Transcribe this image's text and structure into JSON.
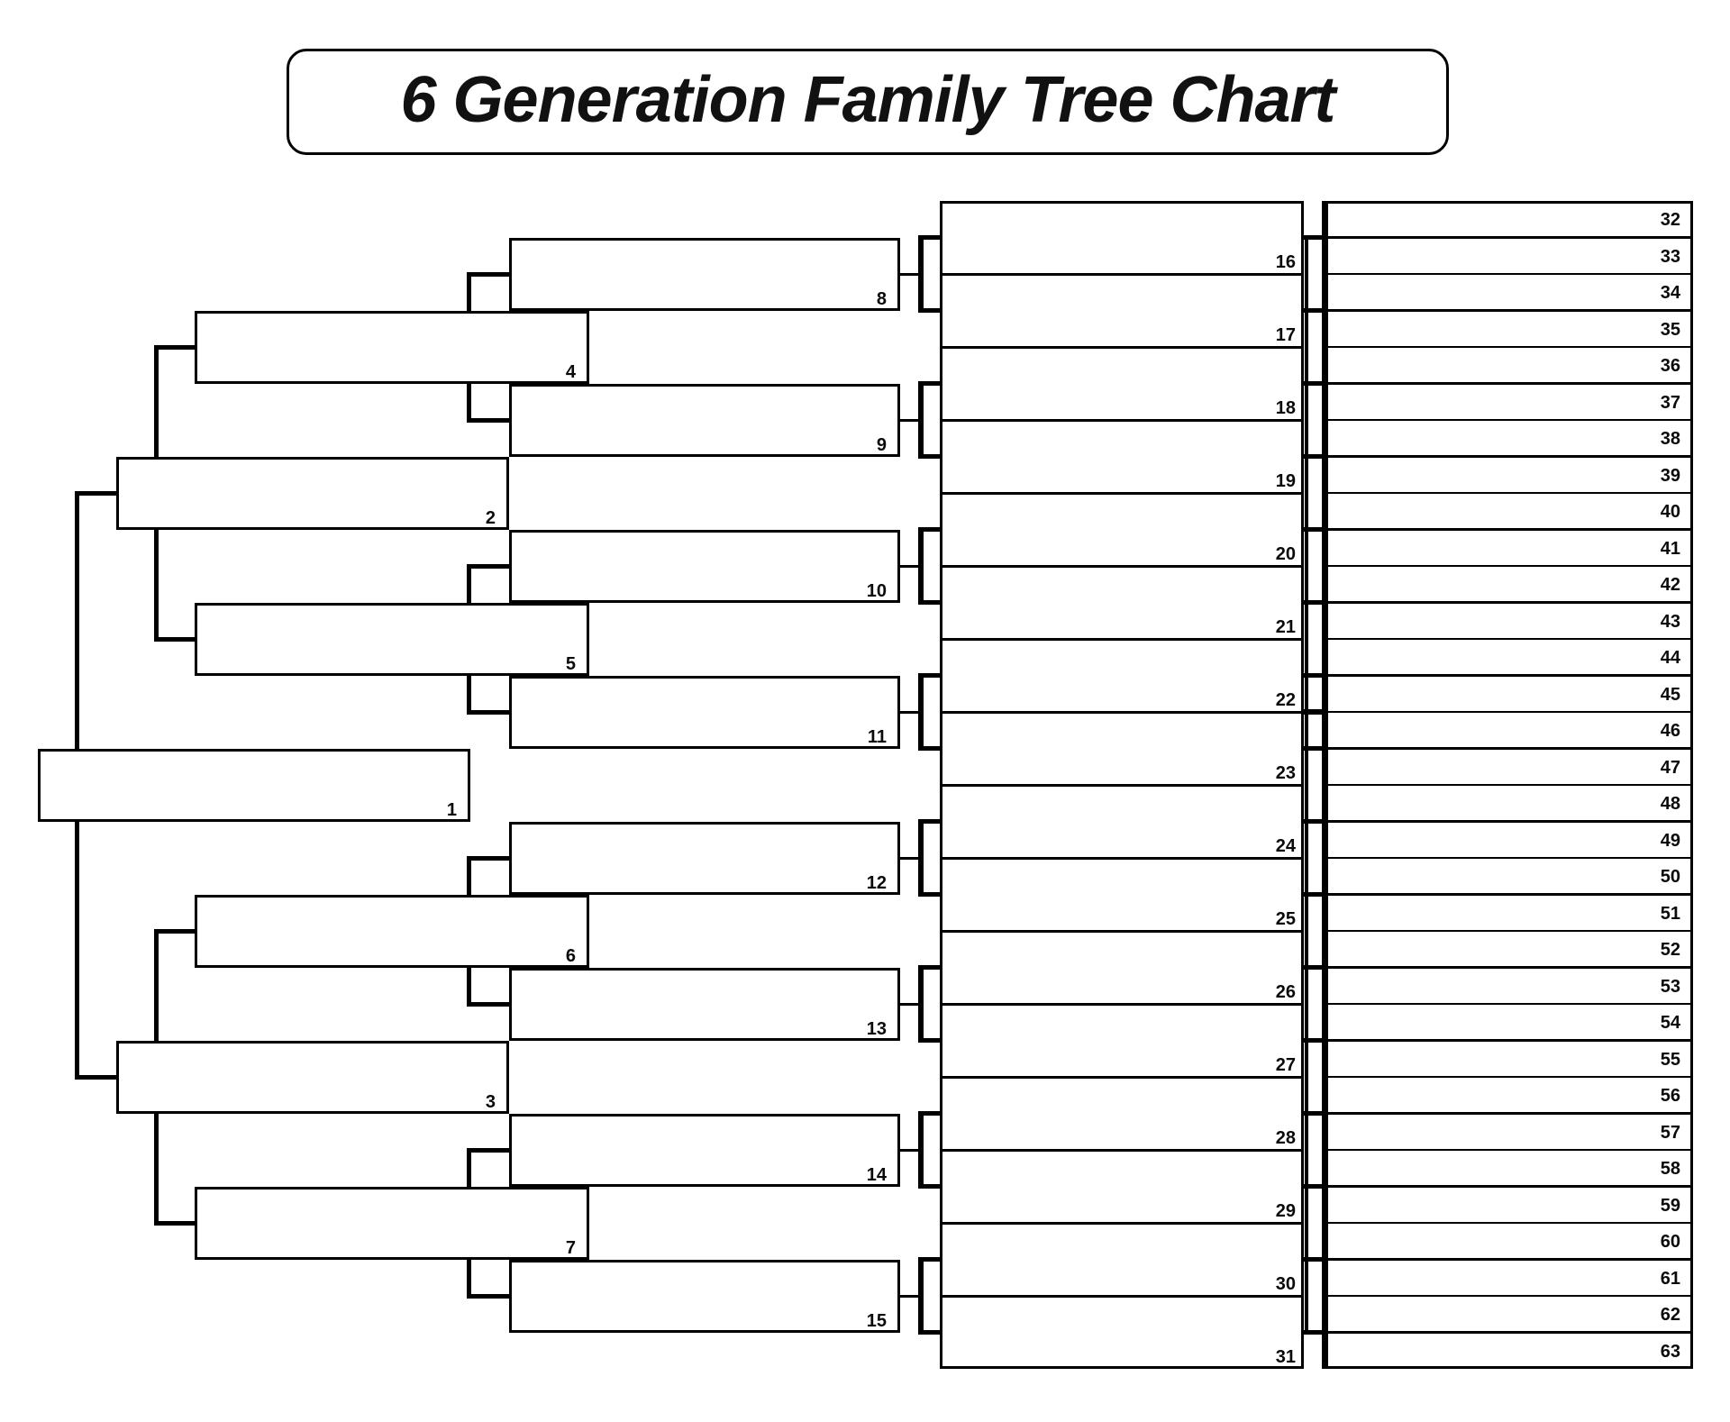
{
  "title": "6 Generation Family Tree Chart",
  "colors": {
    "line": "#000000",
    "background": "#ffffff",
    "box_fill": "#ffffff",
    "text": "#0a0a0a"
  },
  "chart_data": {
    "type": "pedigree-tree",
    "title": "6 Generation Family Tree Chart",
    "generation_count": 6,
    "generations": [
      {
        "generation": 1,
        "boxes": [
          1
        ]
      },
      {
        "generation": 2,
        "boxes": [
          2,
          3
        ]
      },
      {
        "generation": 3,
        "boxes": [
          4,
          5,
          6,
          7
        ]
      },
      {
        "generation": 4,
        "boxes": [
          8,
          9,
          10,
          11,
          12,
          13,
          14,
          15
        ]
      },
      {
        "generation": 5,
        "boxes": [
          16,
          17,
          18,
          19,
          20,
          21,
          22,
          23,
          24,
          25,
          26,
          27,
          28,
          29,
          30,
          31
        ]
      },
      {
        "generation": 6,
        "boxes": [
          32,
          33,
          34,
          35,
          36,
          37,
          38,
          39,
          40,
          41,
          42,
          43,
          44,
          45,
          46,
          47,
          48,
          49,
          50,
          51,
          52,
          53,
          54,
          55,
          56,
          57,
          58,
          59,
          60,
          61,
          62,
          63
        ]
      }
    ],
    "numbers": [
      "1",
      "2",
      "3",
      "4",
      "5",
      "6",
      "7",
      "8",
      "9",
      "10",
      "11",
      "12",
      "13",
      "14",
      "15",
      "16",
      "17",
      "18",
      "19",
      "20",
      "21",
      "22",
      "23",
      "24",
      "25",
      "26",
      "27",
      "28",
      "29",
      "30",
      "31",
      "32",
      "33",
      "34",
      "35",
      "36",
      "37",
      "38",
      "39",
      "40",
      "41",
      "42",
      "43",
      "44",
      "45",
      "46",
      "47",
      "48",
      "49",
      "50",
      "51",
      "52",
      "53",
      "54",
      "55",
      "56",
      "57",
      "58",
      "59",
      "60",
      "61",
      "62",
      "63"
    ]
  }
}
